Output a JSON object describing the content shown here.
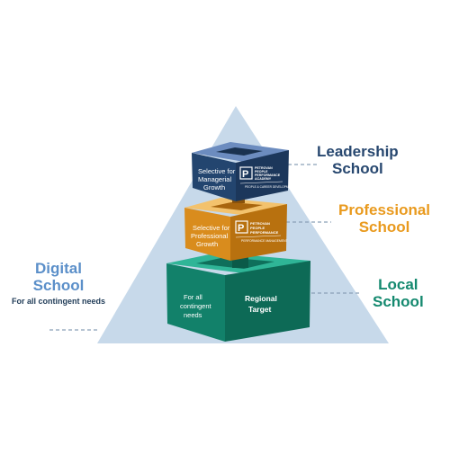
{
  "colors": {
    "triangle": "#c7d9ea",
    "leadership_top": "#6c8cbf",
    "leadership_front": "#23456f",
    "leadership_side": "#1c375b",
    "professional_top": "#f3c26d",
    "professional_front": "#d98c1d",
    "professional_side": "#b8710f",
    "local_top": "#2fb597",
    "local_front": "#12816a",
    "local_side": "#0d6a56",
    "leadership_label": "#27476f",
    "professional_label": "#e99a1e",
    "local_label": "#14896f",
    "digital_label": "#5b8fc9",
    "dash": "#8aa0b6"
  },
  "labels": {
    "leadership": [
      "Leadership",
      "School"
    ],
    "professional": [
      "Professional",
      "School"
    ],
    "local": [
      "Local",
      "School"
    ],
    "digital": [
      "Digital",
      "School"
    ],
    "digital_sub": "For all contingent needs"
  },
  "blocks": {
    "leadership": {
      "front_text": [
        "Selective for",
        "Managerial",
        "Growth"
      ],
      "logo_letters": "P",
      "logo_lines": [
        "PETROVAN",
        "PEOPLE",
        "PERFORMANCE",
        "ACADEMY"
      ],
      "logo_caption": "PEOPLE & CAREER DEVELOPMENT",
      "logo_icon": "people-performance-logo-icon"
    },
    "professional": {
      "front_text": [
        "Selective for",
        "Professional",
        "Growth"
      ],
      "logo_letters": "P",
      "logo_lines": [
        "PETROVAN",
        "PEOPLE",
        "PERFORMANCE"
      ],
      "logo_caption": "PERFORMANCE MANAGEMENT",
      "logo_icon": "people-performance-logo-icon"
    },
    "local": {
      "front_text": [
        "For all",
        "contingent",
        "needs"
      ],
      "side_text": [
        "Regional",
        "Target"
      ]
    }
  }
}
